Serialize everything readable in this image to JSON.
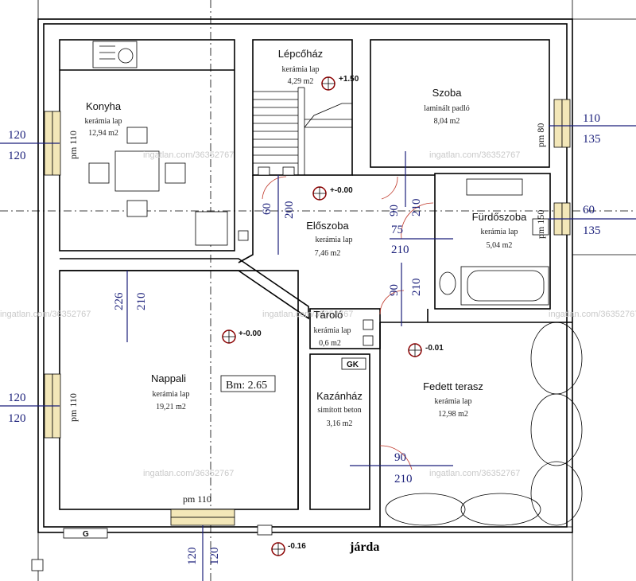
{
  "rooms": {
    "konyha": {
      "name": "Konyha",
      "floor": "kerámia lap",
      "area": "12,94 m2"
    },
    "lepcsohaz": {
      "name": "Lépcőház",
      "floor": "kerámia lap",
      "area": "4,29 m2"
    },
    "szoba": {
      "name": "Szoba",
      "floor": "laminált padló",
      "area": "8,04 m2"
    },
    "eloszoba": {
      "name": "Előszoba",
      "floor": "kerámia lap",
      "area": "7,46 m2"
    },
    "furdo": {
      "name": "Fürdőszoba",
      "floor": "kerámia lap",
      "area": "5,04 m2"
    },
    "nappali": {
      "name": "Nappali",
      "floor": "kerámia lap",
      "area": "19,21 m2"
    },
    "tarolo": {
      "name": "Tároló",
      "floor": "kerámia lap",
      "area": "0,6 m2"
    },
    "kazanhaz": {
      "name": "Kazánház",
      "floor": "simított beton",
      "area": "3,16 m2"
    },
    "terasz": {
      "name": "Fedett terasz",
      "floor": "kerámia lap",
      "area": "12,98 m2"
    }
  },
  "levels": {
    "stair": "+1.50",
    "hall": "+-0.00",
    "living": "+-0.00",
    "terrace": "-0.01",
    "street": "-0.16"
  },
  "dimensions": {
    "left_top_1": "120",
    "left_top_2": "120",
    "left_bot_1": "120",
    "left_bot_2": "120",
    "right_top_1": "110",
    "right_top_2": "135",
    "right_mid_1": "60",
    "right_mid_2": "135",
    "pm_konyha": "pm 110",
    "pm_nappali": "pm 110",
    "pm_szoba": "pm 80",
    "pm_bottom": "pm 110",
    "pm_furdo": "pm 150",
    "bottom_1": "120",
    "bottom_2": "120",
    "hall_60": "60",
    "hall_200": "200",
    "hall_90a": "90",
    "hall_210a": "210",
    "hall_75": "75",
    "hall_210b": "210",
    "hall_90b": "90",
    "hall_210c": "210",
    "nap_226": "226",
    "nap_210": "210",
    "ter_90": "90",
    "ter_210": "210"
  },
  "labels": {
    "bm": "Bm: 2.65",
    "gk": "GK",
    "street": "járda",
    "g": "G"
  },
  "watermark": "ingatlan.com/36352767"
}
